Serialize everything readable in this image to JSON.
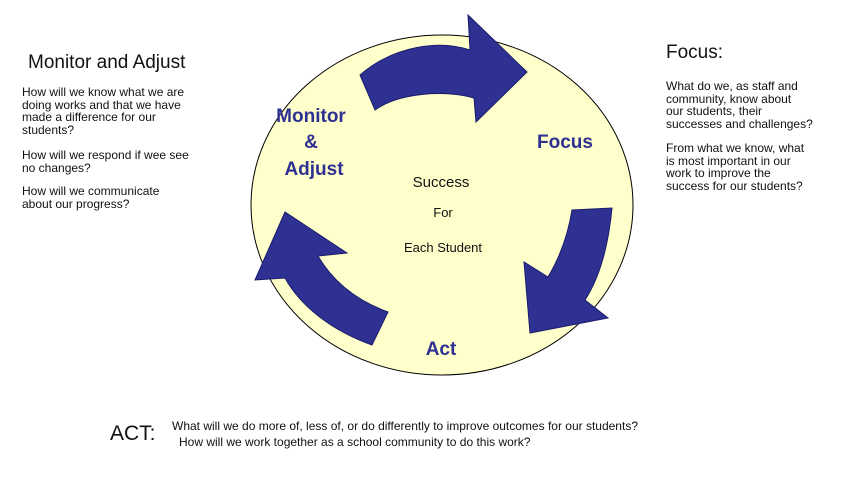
{
  "monitor": {
    "title": "Monitor and Adjust",
    "questions": [
      "How will we know what we are\ndoing works and that we have\nmade a difference for our\nstudents?",
      "How will we respond if wee see\nno changes?",
      "How will we communicate\nabout our progress?"
    ]
  },
  "focus": {
    "title": "Focus:",
    "questions": [
      "What do we, as staff and\ncommunity, know about\nour students, their\nsuccesses and challenges?",
      "From what we know, what\nis most important in our\nwork to improve the\nsuccess for our students?"
    ]
  },
  "act": {
    "title": "ACT:",
    "questions": [
      "What will we do more of, less of, or do differently to improve outcomes for our students?",
      "How will we work together as a school community to do this work?"
    ]
  },
  "cycle": {
    "label_monitor_1": "Monitor",
    "label_monitor_2": "&",
    "label_monitor_3": "Adjust",
    "label_focus": "Focus",
    "label_act": "Act",
    "center_1": "Success",
    "center_2": "For",
    "center_3": "Each Student"
  },
  "colors": {
    "circle_fill": "#FFFFCC",
    "arrow_fill": "#2E3192",
    "label_color": "#2E3192"
  }
}
